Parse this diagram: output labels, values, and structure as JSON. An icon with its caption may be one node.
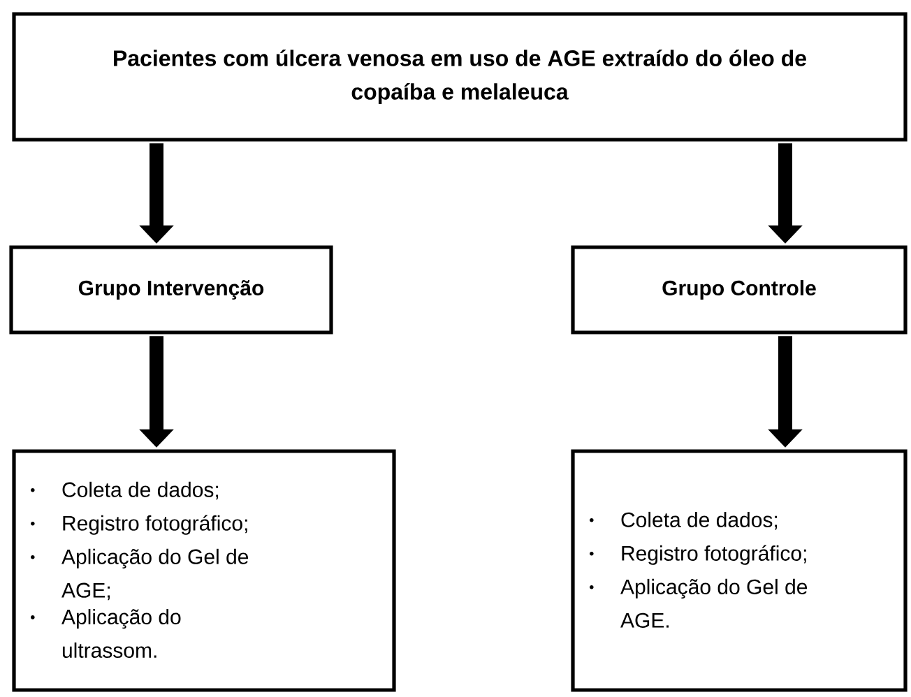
{
  "diagram": {
    "nodes": [
      {
        "text": [
          "Pacientes com úlcera venosa em uso de AGE extraído do óleo de copaíba e melaleuca"
        ]
      },
      {
        "text": [
          "Grupo Intervenção"
        ]
      },
      {
        "text": [
          "Grupo Controle"
        ]
      },
      {
        "text": [
          "Coleta de dados;",
          "Registro fotográfico;",
          "Aplicação do Gel de AGE;",
          "Aplicação do ultrassom."
        ]
      },
      {
        "text": [
          "Coleta de dados;",
          "Registro fotográfico;",
          "Aplicação do Gel de AGE."
        ]
      }
    ],
    "edges": [
      {
        "from": 0,
        "to": 1,
        "arrow": "to"
      },
      {
        "from": 0,
        "to": 2,
        "arrow": "to"
      },
      {
        "from": 1,
        "to": 3,
        "arrow": "to"
      },
      {
        "from": 2,
        "to": 4,
        "arrow": "to"
      }
    ]
  }
}
